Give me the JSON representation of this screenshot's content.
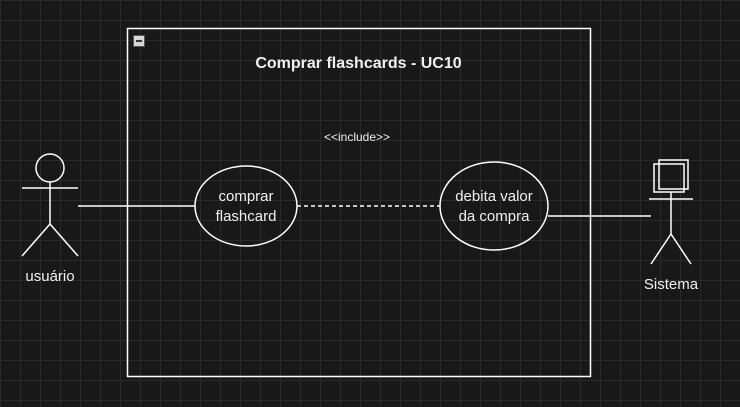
{
  "diagram": {
    "title": "Comprar flashcards - UC10",
    "stereotype": "<<include>>",
    "use_cases": {
      "comprar": [
        "comprar",
        "flashcard"
      ],
      "debita": [
        "debita valor",
        "da compra"
      ]
    },
    "actors": {
      "user": "usuário",
      "system": "Sistema"
    },
    "colors": {
      "background": "#181818",
      "grid": "#2a2a2a",
      "stroke": "#ffffff",
      "text": "#f0f0f0"
    }
  }
}
